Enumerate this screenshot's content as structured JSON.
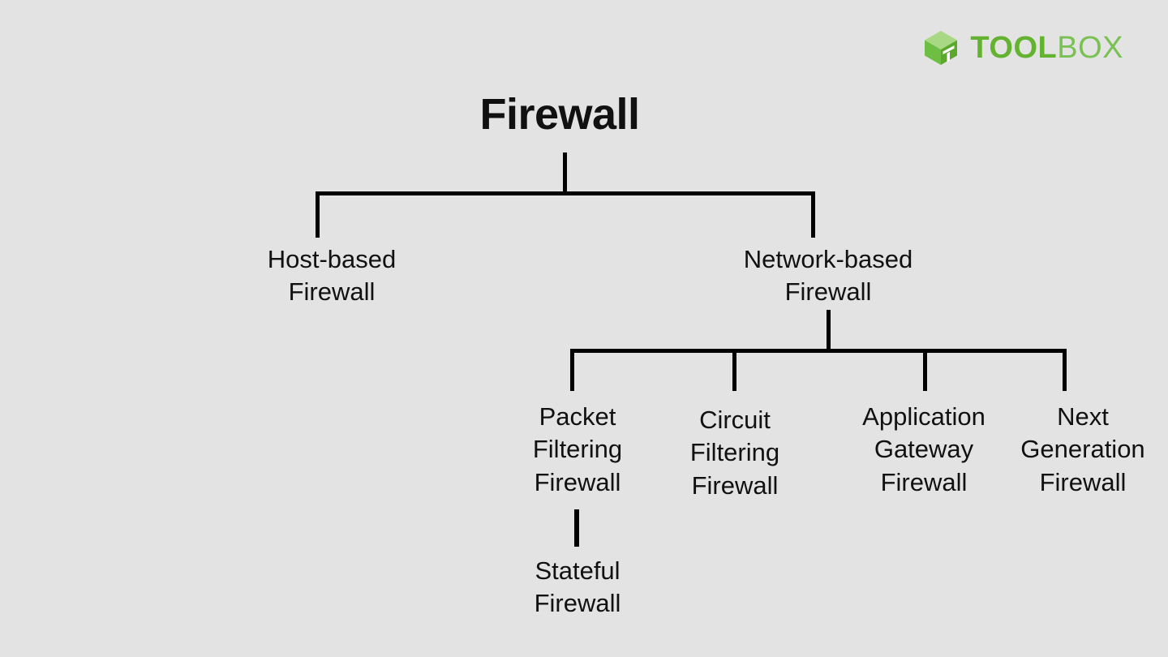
{
  "brand": {
    "name_bold": "TOOL",
    "name_light": "BOX",
    "icon": "cube-icon",
    "colors": {
      "green_dark": "#5BA82C",
      "green_mid": "#6FBE44",
      "green_light": "#A8D884",
      "wordmark_bold": "#63b230",
      "wordmark_light": "#79c153"
    }
  },
  "page": {
    "background": "#e3e3e3",
    "line_color": "#000000",
    "text_color": "#111111"
  },
  "diagram": {
    "type": "tree",
    "root": {
      "label": "Firewall"
    },
    "level1": [
      {
        "label": "Host-based\nFirewall"
      },
      {
        "label": "Network-based\nFirewall"
      }
    ],
    "level2": [
      {
        "label": "Packet\nFiltering\nFirewall"
      },
      {
        "label": "Circuit\nFiltering\nFirewall"
      },
      {
        "label": "Application\nGateway\nFirewall"
      },
      {
        "label": "Next\nGeneration\nFirewall"
      }
    ],
    "level3": [
      {
        "label": "Stateful\nFirewall"
      }
    ]
  }
}
